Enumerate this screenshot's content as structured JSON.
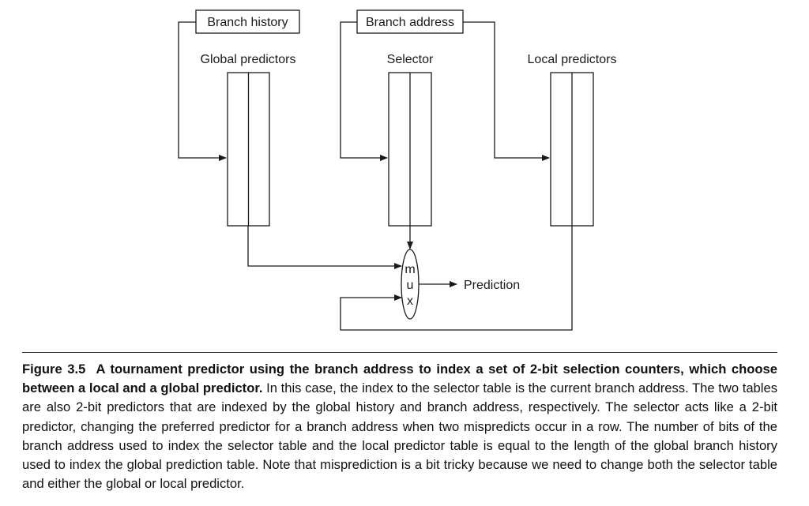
{
  "diagram": {
    "inputs": {
      "branch_history": "Branch history",
      "branch_address": "Branch address"
    },
    "tables": {
      "global": "Global predictors",
      "selector": "Selector",
      "local": "Local predictors"
    },
    "mux_letters": [
      "m",
      "u",
      "x"
    ],
    "output": "Prediction"
  },
  "caption": {
    "figure_label": "Figure 3.5",
    "title": "A tournament predictor using the branch address to index a set of 2-bit selection counters, which choose between a local and a global predictor.",
    "body": "In this case, the index to the selector table is the current branch address. The two tables are also 2-bit predictors that are indexed by the global history and branch address, respectively. The selector acts like a 2-bit predictor, changing the preferred predictor for a branch address when two mispredicts occur in a row. The number of bits of the branch address used to index the selector table and the local predictor table is equal to the length of the global branch history used to index the global prediction table. Note that misprediction is a bit tricky because we need to change both the selector table and either the global or local predictor."
  }
}
